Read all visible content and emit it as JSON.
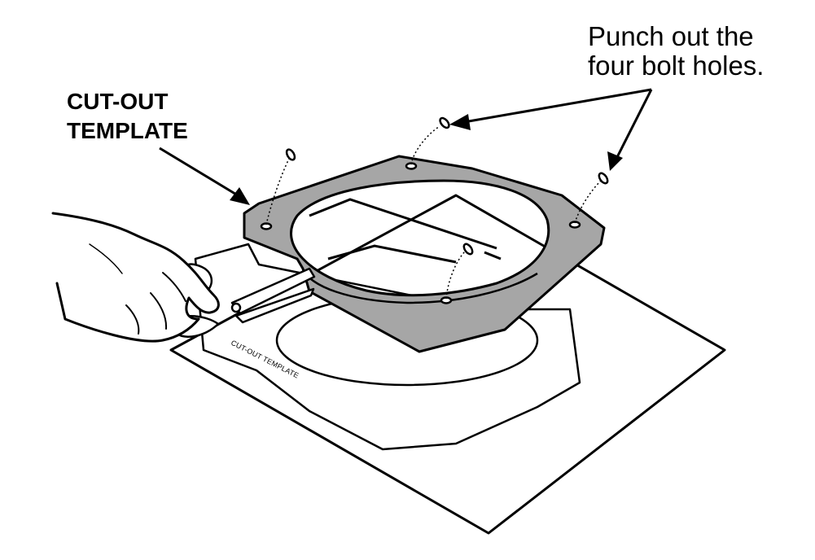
{
  "labels": {
    "template_callout": [
      "CUT-OUT",
      "TEMPLATE"
    ],
    "punch_callout": [
      "Punch out the",
      "four bolt holes."
    ],
    "printed_sheet_text": "CUT-OUT TEMPLATE"
  },
  "colors": {
    "template_fill": "#a6a6a6",
    "ink": "#000000",
    "paper": "#ffffff"
  },
  "icons": {
    "hand": "hand-icon",
    "scissors": "scissors-icon",
    "bolt_hole": "bolt-hole-icon",
    "punched_disc": "punched-disc-icon"
  }
}
